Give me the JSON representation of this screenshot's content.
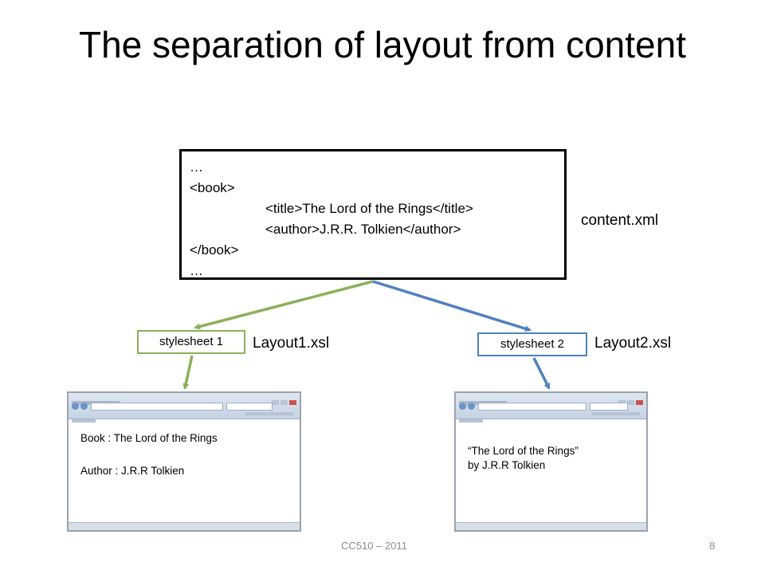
{
  "slide": {
    "title": "The separation of layout from content",
    "footer": "CC510 – 2011",
    "page_number": "8"
  },
  "xml_box": {
    "lines": [
      "…",
      "<book>",
      "<title>The Lord of the Rings</title>",
      "<author>J.R.R. Tolkien</author>",
      "</book>",
      "…"
    ],
    "filename": "content.xml"
  },
  "stylesheets": [
    {
      "label": "stylesheet 1",
      "file": "Layout1.xsl",
      "color": "#8cb05a"
    },
    {
      "label": "stylesheet 2",
      "file": "Layout2.xsl",
      "color": "#4f81bd"
    }
  ],
  "outputs": [
    {
      "lines": [
        "Book : The Lord of the Rings",
        "Author : J.R.R Tolkien"
      ]
    },
    {
      "lines": [
        "“The Lord of the Rings”",
        "by J.R.R Tolkien"
      ]
    }
  ]
}
